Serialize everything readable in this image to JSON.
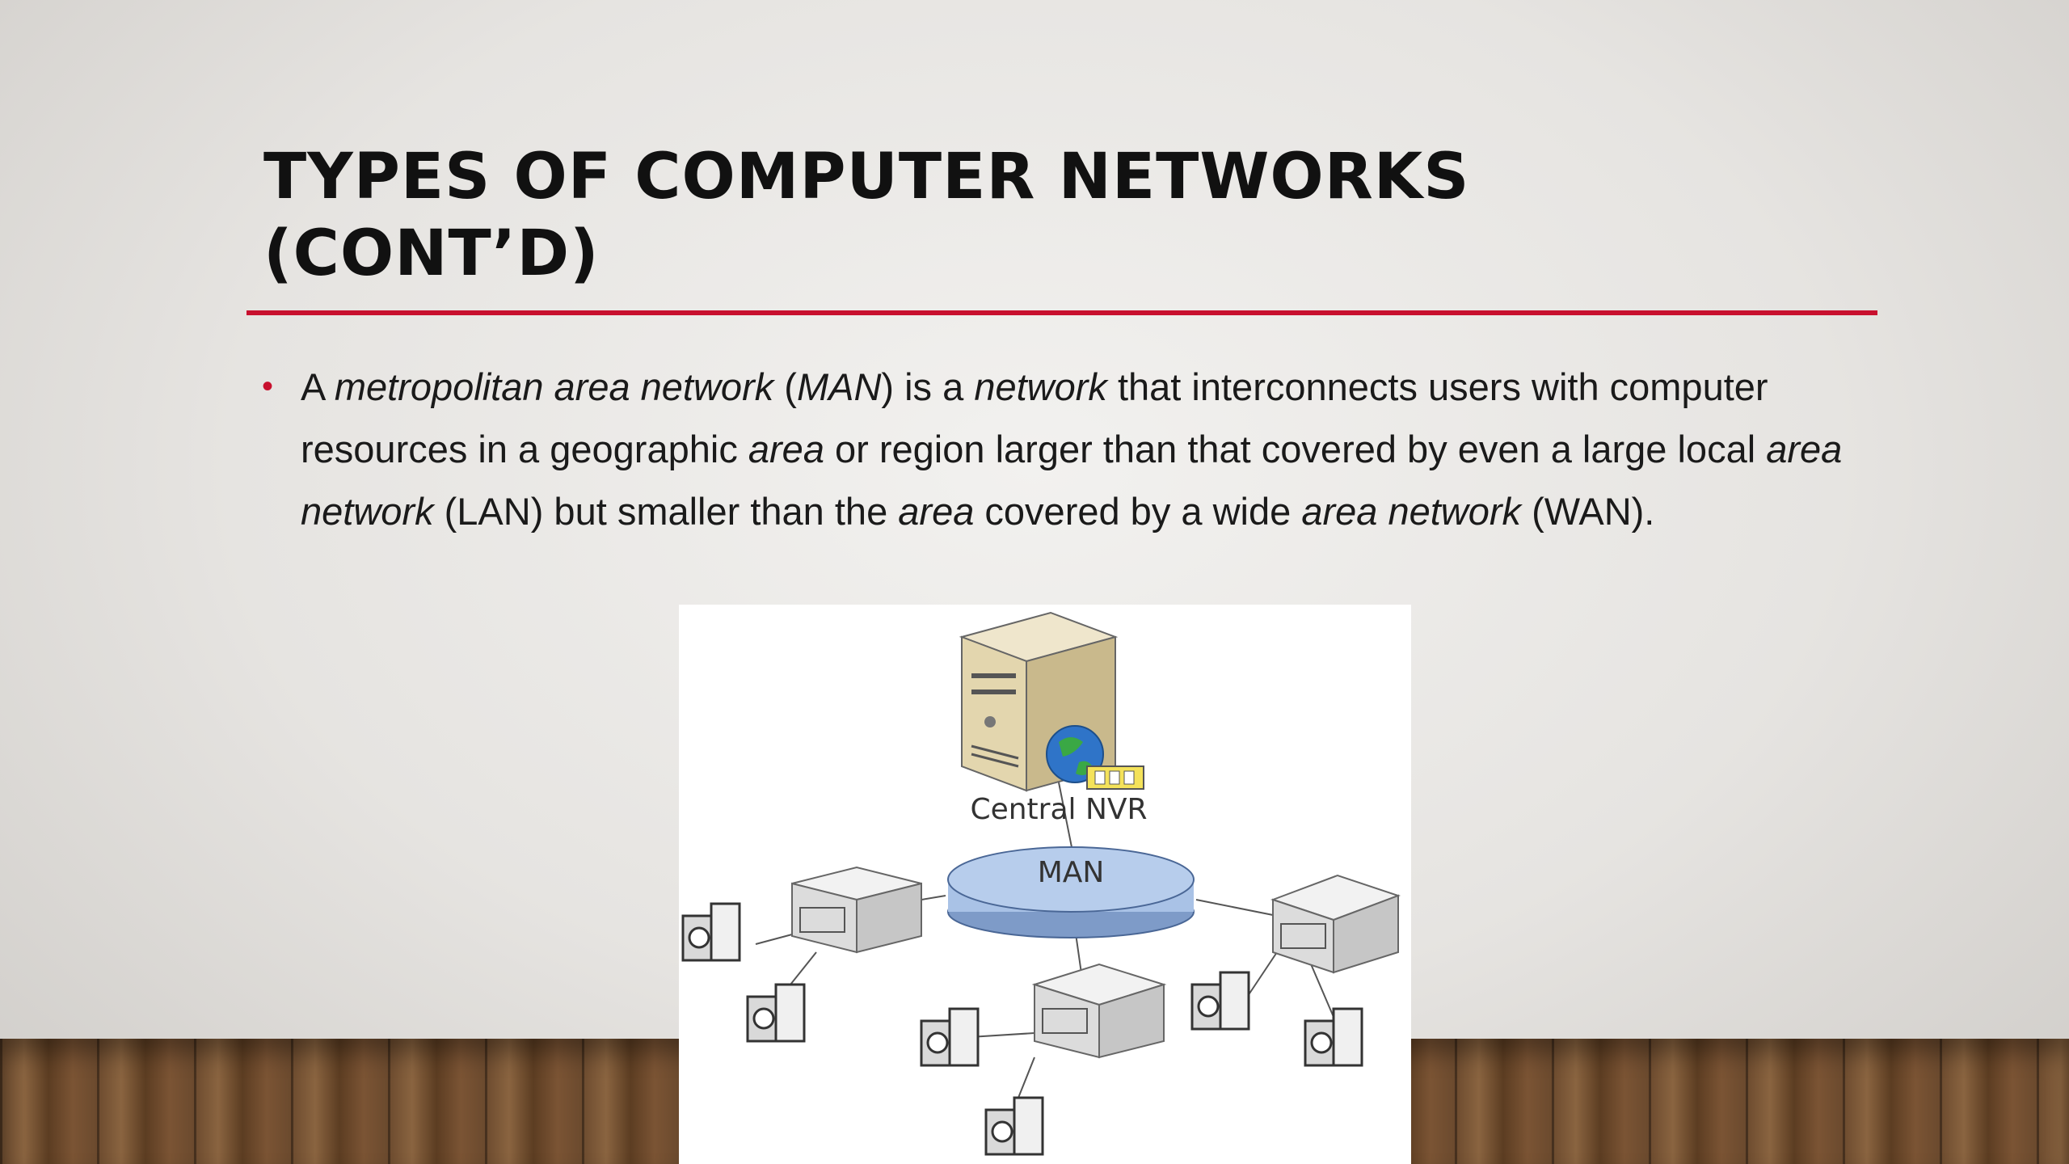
{
  "slide": {
    "title_line1": "Types of Computer Networks",
    "title_line2": "(Cont’d)",
    "bullet": {
      "p1": "A ",
      "i1": "metropolitan area network",
      "p2": " (",
      "i2": "MAN",
      "p3": ") is a ",
      "i3": "network",
      "p4": " that interconnects users with computer resources in a geographic ",
      "i4": "area",
      "p5": " or region larger than that covered by even a large local ",
      "i5": "area network",
      "p6": " (LAN) but smaller than the ",
      "i6": "area",
      "p7": " covered by a wide ",
      "i7": "area network",
      "p8": " (WAN)."
    }
  },
  "diagram": {
    "server_label": "Central NVR",
    "network_label": "MAN"
  },
  "colors": {
    "accent_rule": "#c8102e",
    "bullet": "#c8102e",
    "man_disc": "#a9c2e6"
  }
}
